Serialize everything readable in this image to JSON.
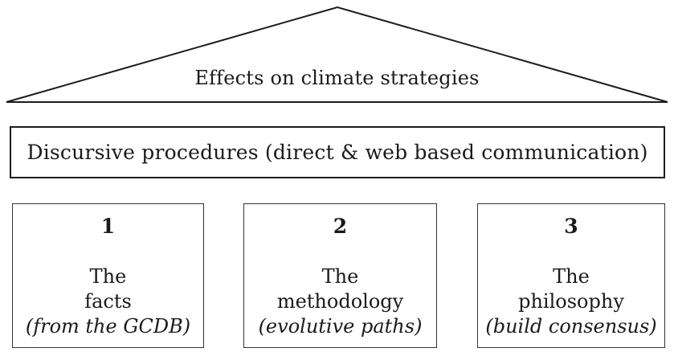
{
  "diagram": {
    "triangle": {
      "label": "Effects on climate strategies"
    },
    "banner": {
      "label": "Discursive procedures (direct & web based communication)"
    },
    "boxes": [
      {
        "number": "1",
        "line1": "The",
        "line2": "facts",
        "caption": "(from the GCDB)"
      },
      {
        "number": "2",
        "line1": "The",
        "line2": "methodology",
        "caption": "(evolutive paths)"
      },
      {
        "number": "3",
        "line1": "The",
        "line2": "philosophy",
        "caption": "(build consensus)"
      }
    ],
    "colors": {
      "line": "#1c1c1c",
      "text": "#1a1a1a",
      "background": "#ffffff"
    }
  }
}
